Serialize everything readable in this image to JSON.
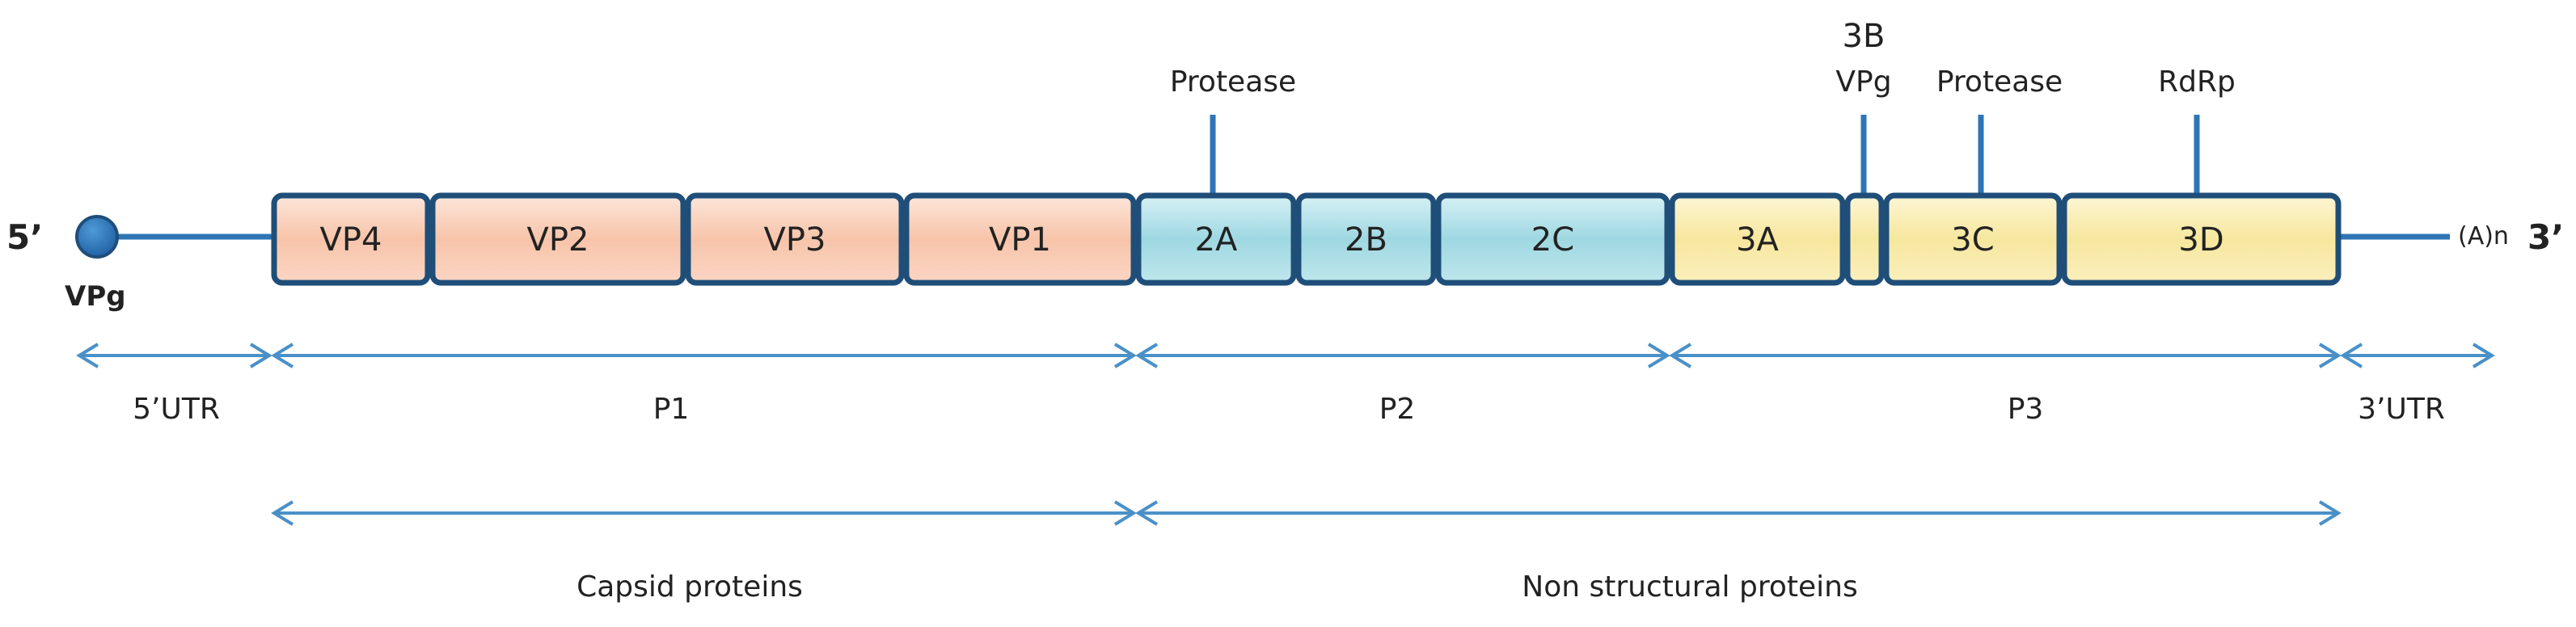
{
  "genome": {
    "five_prime": "5’",
    "three_prime": "3’",
    "vpg_cap": "VPg",
    "polya": "(A)n"
  },
  "segments": [
    {
      "label": "VP4",
      "region": "P1"
    },
    {
      "label": "VP2",
      "region": "P1"
    },
    {
      "label": "VP3",
      "region": "P1"
    },
    {
      "label": "VP1",
      "region": "P1"
    },
    {
      "label": "2A",
      "region": "P2"
    },
    {
      "label": "2B",
      "region": "P2"
    },
    {
      "label": "2C",
      "region": "P2"
    },
    {
      "label": "3A",
      "region": "P3"
    },
    {
      "label": "",
      "region": "P3"
    },
    {
      "label": "3C",
      "region": "P3"
    },
    {
      "label": "3D",
      "region": "P3"
    }
  ],
  "callouts": {
    "protease_2a": "Protease",
    "vpg_3b_top": "3B",
    "vpg_3b_bottom": "VPg",
    "protease_3c": "Protease",
    "rdrp_3d": "RdRp"
  },
  "regions": {
    "utr5": "5’UTR",
    "p1": "P1",
    "p2": "P2",
    "p3": "P3",
    "utr3": "3’UTR"
  },
  "groups": {
    "capsid": "Capsid proteins",
    "nonstructural": "Non structural proteins"
  },
  "colors": {
    "P1": "#f8c8b0",
    "P2": "#a8dde6",
    "P3": "#f8eba8",
    "outline": "#1f4e79",
    "line": "#2e75b6",
    "arrow": "#4a90c8"
  }
}
